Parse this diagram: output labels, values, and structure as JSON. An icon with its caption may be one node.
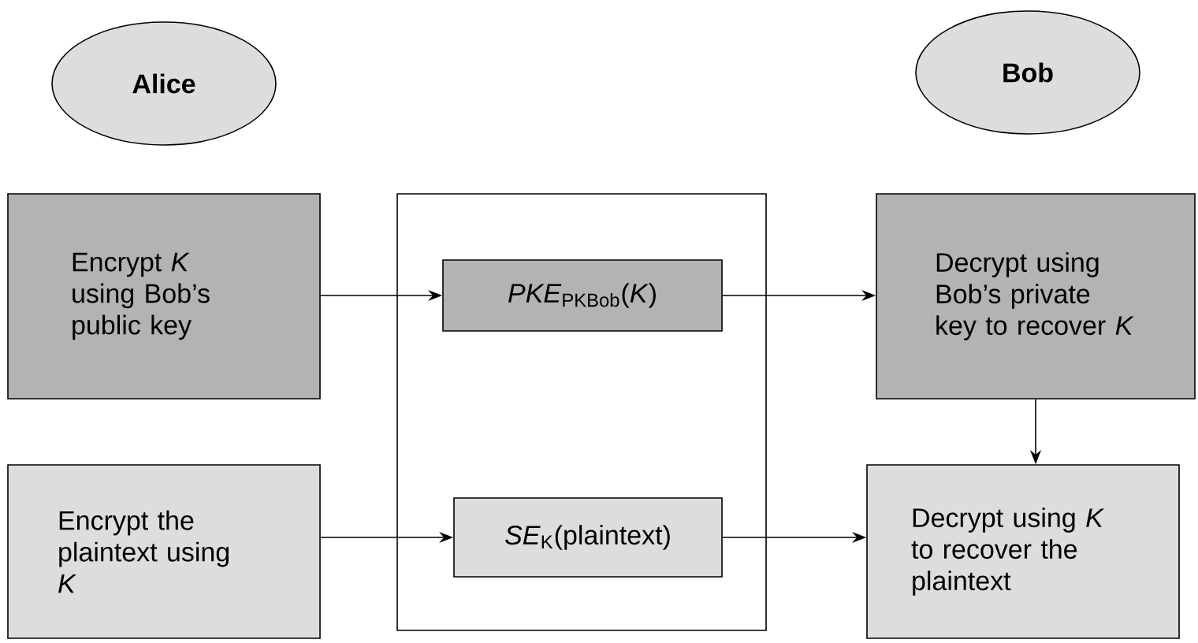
{
  "diagram": {
    "nodes": [
      {
        "text": [
          "Alice"
        ]
      },
      {
        "text": [
          "Bob"
        ]
      },
      {
        "text": [
          "Encrypt *K* using Bob’s public key"
        ]
      },
      {
        "text": [],
        "shape": "box"
      },
      {
        "text": [
          "*PKE*$_{PKBob}$(*K*)"
        ],
        "in": 3
      },
      {
        "text": [
          "Decrypt using Bob’s private key to recover *K*"
        ]
      },
      {
        "text": [
          "Encrypt the plaintext using *K*"
        ]
      },
      {
        "text": [
          "*SE*$_{K}$(plaintext)"
        ],
        "in": 3
      },
      {
        "text": [
          "Decrypt using *K* to recover the plaintext"
        ]
      }
    ],
    "edges": [
      {
        "from": 2,
        "to": 4,
        "arrow": "to"
      },
      {
        "from": 4,
        "to": 5,
        "arrow": "to"
      },
      {
        "from": 5,
        "to": 8,
        "arrow": "to"
      },
      {
        "from": 6,
        "to": 7,
        "arrow": "to"
      },
      {
        "from": 7,
        "to": 8,
        "arrow": "to"
      }
    ]
  }
}
